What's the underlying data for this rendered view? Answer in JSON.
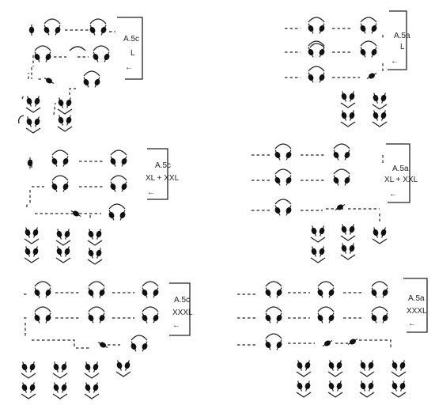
{
  "colors": {
    "ink": "#222222",
    "background": "#ffffff"
  },
  "panels": [
    {
      "id": "a5c-l",
      "title": "A.5c",
      "size": "L",
      "arrow": "←"
    },
    {
      "id": "a5a-l",
      "title": "A.5a",
      "size": "L",
      "arrow": "←"
    },
    {
      "id": "a5c-xl",
      "title": "A.5c",
      "size": "XL + XXL",
      "arrow": "←"
    },
    {
      "id": "a5a-xl",
      "title": "A.5a",
      "size": "XL + XXL",
      "arrow": "←"
    },
    {
      "id": "a5c-xxxl",
      "title": "A.5c",
      "size": "XXXL",
      "arrow": "←"
    },
    {
      "id": "a5a-xxxl",
      "title": "A.5a",
      "size": "XXXL",
      "arrow": "←"
    }
  ],
  "icons": [
    "bead-stitch-icon",
    "fan-stitch-icon",
    "chain-dash-icon",
    "direction-arrow-icon"
  ]
}
